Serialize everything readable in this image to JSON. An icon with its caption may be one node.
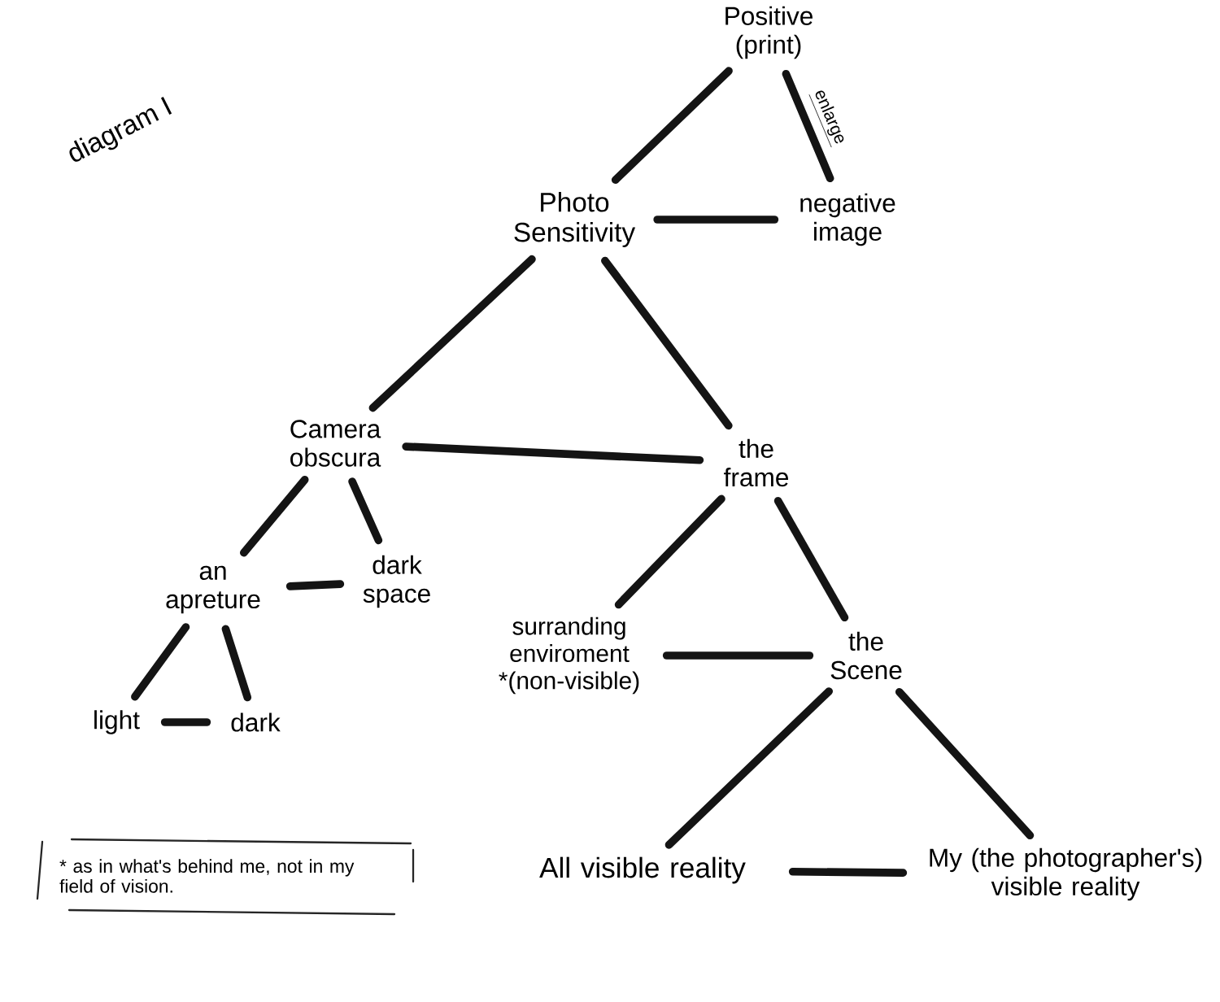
{
  "diagram": {
    "title": "diagram I",
    "nodes": [
      {
        "text": [
          "Positive (print)"
        ]
      },
      {
        "text": [
          "Photo Sensitivity"
        ]
      },
      {
        "text": [
          "negative image"
        ]
      },
      {
        "text": [
          "Camera obscura"
        ]
      },
      {
        "text": [
          "the frame"
        ]
      },
      {
        "text": [
          "an apreture"
        ]
      },
      {
        "text": [
          "dark space"
        ]
      },
      {
        "text": [
          "surranding enviroment *(non-visible)"
        ]
      },
      {
        "text": [
          "the Scene"
        ]
      },
      {
        "text": [
          "light"
        ]
      },
      {
        "text": [
          "dark"
        ]
      },
      {
        "text": [
          "All visible reality"
        ]
      },
      {
        "text": [
          "My (the photographer's) visible reality"
        ]
      },
      {
        "text": [
          "* as in what's behind me, not in my field of vision."
        ]
      }
    ],
    "edges": [
      {
        "from": 0,
        "to": 1,
        "arrow": "none"
      },
      {
        "from": 0,
        "to": 2,
        "arrow": "none",
        "label": "enlarge"
      },
      {
        "from": 1,
        "to": 2,
        "arrow": "none"
      },
      {
        "from": 1,
        "to": 3,
        "arrow": "none"
      },
      {
        "from": 1,
        "to": 4,
        "arrow": "none"
      },
      {
        "from": 3,
        "to": 4,
        "arrow": "none"
      },
      {
        "from": 3,
        "to": 5,
        "arrow": "none"
      },
      {
        "from": 3,
        "to": 6,
        "arrow": "none"
      },
      {
        "from": 4,
        "to": 7,
        "arrow": "none"
      },
      {
        "from": 4,
        "to": 8,
        "arrow": "none"
      },
      {
        "from": 5,
        "to": 6,
        "arrow": "none"
      },
      {
        "from": 7,
        "to": 8,
        "arrow": "none"
      },
      {
        "from": 5,
        "to": 9,
        "arrow": "none"
      },
      {
        "from": 5,
        "to": 10,
        "arrow": "none"
      },
      {
        "from": 9,
        "to": 10,
        "arrow": "none"
      },
      {
        "from": 8,
        "to": 11,
        "arrow": "none"
      },
      {
        "from": 8,
        "to": 12,
        "arrow": "none"
      },
      {
        "from": 11,
        "to": 12,
        "arrow": "none"
      }
    ]
  }
}
